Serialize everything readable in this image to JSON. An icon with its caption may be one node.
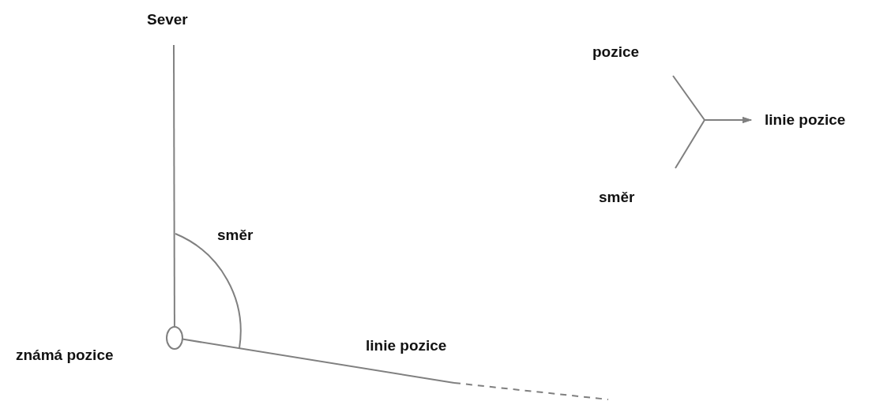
{
  "diagram": {
    "nodes": [
      {
        "text": [
          "Sever"
        ]
      },
      {
        "text": [],
        "shape": "circle",
        "beside": [
          "známá pozice"
        ]
      },
      {
        "text": [
          "pozice"
        ]
      },
      {
        "text": [
          "směr"
        ]
      },
      {
        "text": [
          "linie pozice"
        ]
      }
    ],
    "edges": [
      {
        "from": 1,
        "to": 0,
        "arrow": "none"
      },
      {
        "from": 1,
        "to": null,
        "arrow": "none",
        "label": "linie pozice"
      },
      {
        "from": 2,
        "to": 4,
        "arrow": "to"
      },
      {
        "from": 3,
        "to": 4,
        "arrow": "to"
      }
    ],
    "labels": [
      "směr"
    ]
  }
}
